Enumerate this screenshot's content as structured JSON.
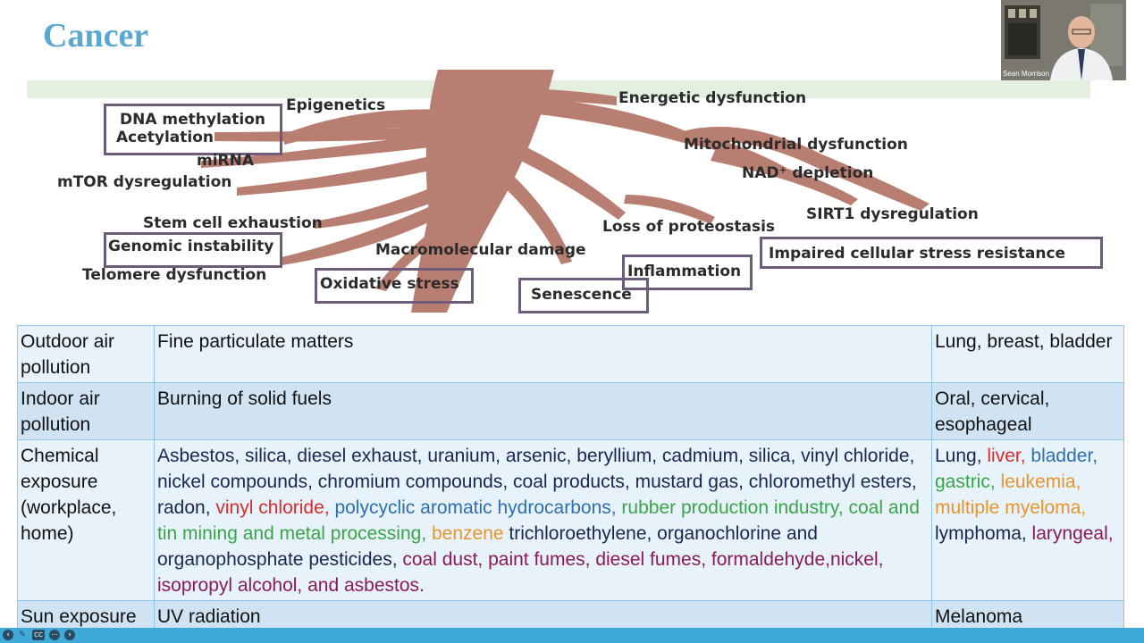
{
  "slide": {
    "title": "Cancer"
  },
  "video": {
    "presenter_name": "Sean Morrison"
  },
  "diagram": {
    "labels": {
      "epigenetics": "Epigenetics",
      "dna_methylation": "DNA methylation",
      "acetylation": "Acetylation",
      "mirna": "miRNA",
      "mtor": "mTOR dysregulation",
      "stem_cell": "Stem cell exhaustion",
      "genomic": "Genomic instability",
      "telomere": "Telomere dysfunction",
      "macromolecular": "Macromolecular damage",
      "oxidative": "Oxidative stress",
      "senescence": "Senescence",
      "inflammation": "Inflammation",
      "energetic": "Energetic dysfunction",
      "mitochondrial": "Mitochondrial dysfunction",
      "nad": "NAD⁺ depletion",
      "sirt1": "SIRT1 dysregulation",
      "proteostasis": "Loss of proteostasis",
      "impaired": "Impaired cellular stress resistance"
    }
  },
  "table": {
    "rows": [
      {
        "factor": "Outdoor air pollution",
        "agents": "Fine particulate matters",
        "cancers": "Lung, breast, bladder"
      },
      {
        "factor": "Indoor air pollution",
        "agents": "Burning of solid fuels",
        "cancers": "Oral, cervical, esophageal"
      },
      {
        "factor": "Chemical exposure (workplace, home)",
        "agents_segments": [
          "Asbestos, silica, diesel exhaust, uranium, arsenic, beryllium, cadmium, silica, vinyl chloride, nickel compounds, chromium compounds, coal products, mustard gas, chloromethyl esters, radon, ",
          "vinyl chloride, ",
          "polycyclic aromatic hydrocarbons, ",
          "rubber production industry, coal and tin mining and metal processing, ",
          "benzene ",
          "trichloroethylene, organochlorine and organophosphate pesticides, ",
          "coal dust, paint fumes, diesel fumes, formaldehyde,nickel, isopropyl alcohol, and asbestos."
        ],
        "cancer_segments": [
          "Lung, ",
          "liver, ",
          "bladder, ",
          "gastric, ",
          "leukemia, ",
          "multiple myeloma, ",
          "lymphoma, ",
          "laryngeal,"
        ]
      },
      {
        "factor": "Sun exposure",
        "agents": "UV radiation",
        "cancers": "Melanoma"
      }
    ]
  },
  "colors": {
    "title": "#5aa8d0",
    "root": "#b97e72",
    "box_border": "#6c5b7b",
    "table_border": "#8fc6e6",
    "segment_colors": [
      "#d92b2b",
      "#2e6fae",
      "#3aa548",
      "#e8952e",
      "#1a2750",
      "#8b1a5a"
    ]
  },
  "player_controls": [
    "back-icon",
    "pen-icon",
    "cc-icon",
    "more-icon",
    "forward-icon"
  ]
}
